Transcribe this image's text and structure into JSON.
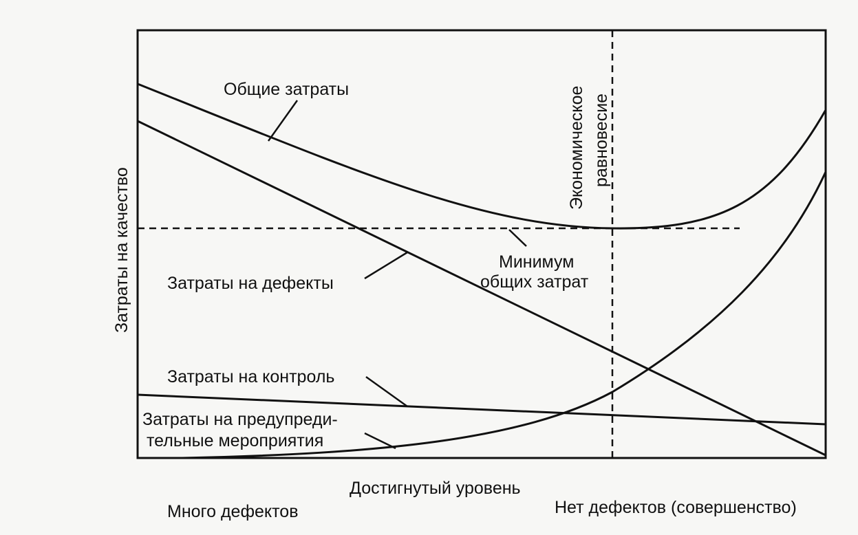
{
  "diagram": {
    "y_axis_label": "Затраты на качество",
    "x_axis_label": "Достигнутый уровень",
    "x_left_label": "Много дефектов",
    "x_right_label": "Нет дефектов (совершенство)",
    "equilibrium_label": [
      "Экономическое",
      "равновесие"
    ],
    "minimum_label": [
      "Минимум",
      "общих затрат"
    ],
    "curves": {
      "total": "Общие затраты",
      "defects": "Затраты на дефекты",
      "control": "Затраты на контроль",
      "prevention": [
        "Затраты на предупреди-",
        "тельные мероприятия"
      ]
    }
  },
  "colors": {
    "ink": "#111111",
    "background": "#f7f7f5"
  }
}
